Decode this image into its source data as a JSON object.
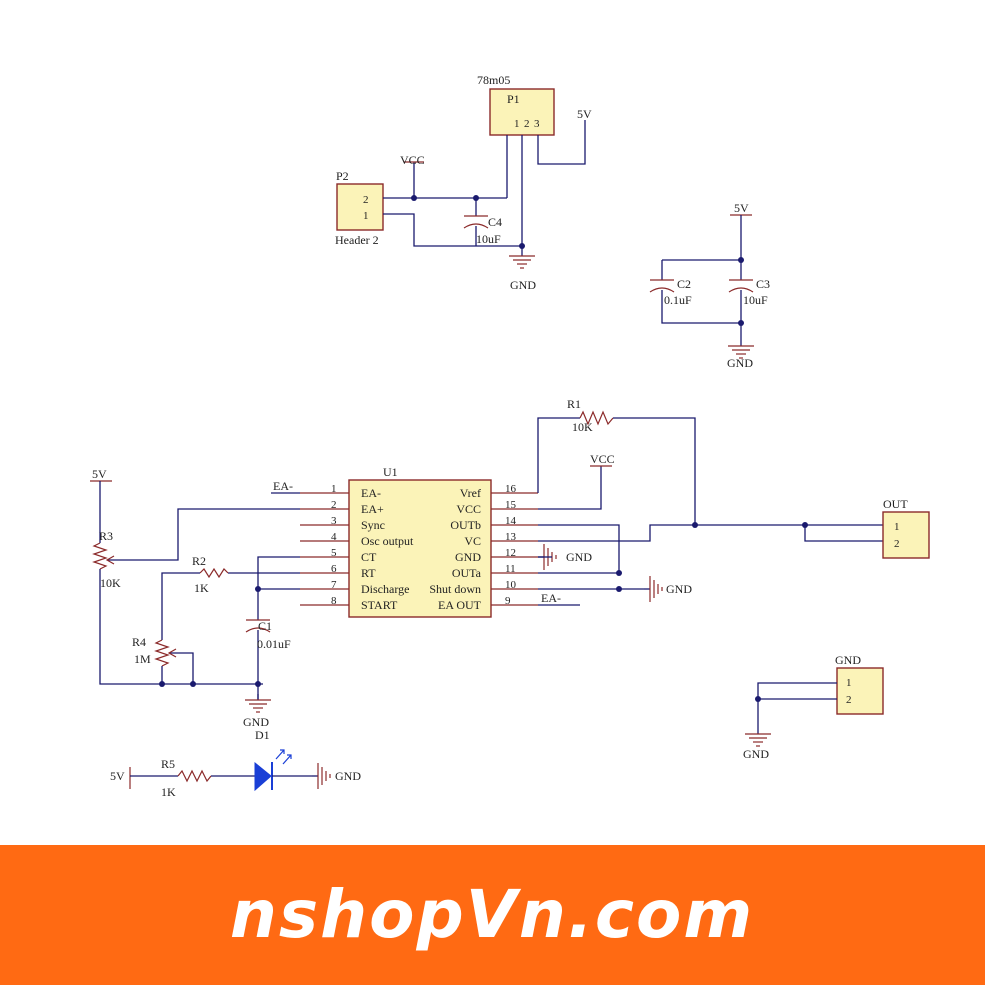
{
  "colors": {
    "wire": "#1a1a6e",
    "component": "#8b2a2a",
    "chip_fill": "#fbf3b8",
    "banner": "#ff6a13",
    "led": "#1a3fd6"
  },
  "reg": {
    "part": "78m05",
    "ref": "P1",
    "pins": [
      "1",
      "2",
      "3"
    ],
    "out_net": "5V"
  },
  "header": {
    "ref": "P2",
    "name": "Header 2",
    "pin2": "2",
    "pin1": "1",
    "vcc": "VCC"
  },
  "c4": {
    "ref": "C4",
    "value": "10uF",
    "gnd": "GND"
  },
  "bypass": {
    "net": "5V",
    "c2_ref": "C2",
    "c2_value": "0.1uF",
    "c3_ref": "C3",
    "c3_value": "10uF",
    "gnd": "GND"
  },
  "u1": {
    "ref": "U1",
    "left_pins": [
      {
        "num": "1",
        "name": "EA-"
      },
      {
        "num": "2",
        "name": "EA+"
      },
      {
        "num": "3",
        "name": "Sync"
      },
      {
        "num": "4",
        "name": "Osc output"
      },
      {
        "num": "5",
        "name": "CT"
      },
      {
        "num": "6",
        "name": "RT"
      },
      {
        "num": "7",
        "name": "Discharge"
      },
      {
        "num": "8",
        "name": "START"
      }
    ],
    "right_pins": [
      {
        "num": "16",
        "name": "Vref"
      },
      {
        "num": "15",
        "name": "VCC"
      },
      {
        "num": "14",
        "name": "OUTb"
      },
      {
        "num": "13",
        "name": "VC"
      },
      {
        "num": "12",
        "name": "GND"
      },
      {
        "num": "11",
        "name": "OUTa"
      },
      {
        "num": "10",
        "name": "Shut down"
      },
      {
        "num": "9",
        "name": "EA OUT"
      }
    ]
  },
  "net_labels": {
    "ea_minus_in": "EA-",
    "ea_minus_out": "EA-",
    "vcc": "VCC",
    "gnd12": "GND",
    "gnd10": "GND",
    "five_v_r3": "5V"
  },
  "r1": {
    "ref": "R1",
    "value": "10K"
  },
  "r2": {
    "ref": "R2",
    "value": "1K"
  },
  "r3": {
    "ref": "R3",
    "value": "10K"
  },
  "r4": {
    "ref": "R4",
    "value": "1M"
  },
  "c1": {
    "ref": "C1",
    "value": "0.01uF",
    "gnd": "GND"
  },
  "out_conn": {
    "ref": "OUT",
    "pin1": "1",
    "pin2": "2"
  },
  "gnd_conn": {
    "ref": "GND",
    "pin1": "1",
    "pin2": "2",
    "gnd": "GND"
  },
  "led": {
    "d_ref": "D1",
    "r_ref": "R5",
    "r_value": "1K",
    "vin": "5V",
    "gnd": "GND"
  },
  "brand": {
    "text": "nshopVn.com"
  }
}
